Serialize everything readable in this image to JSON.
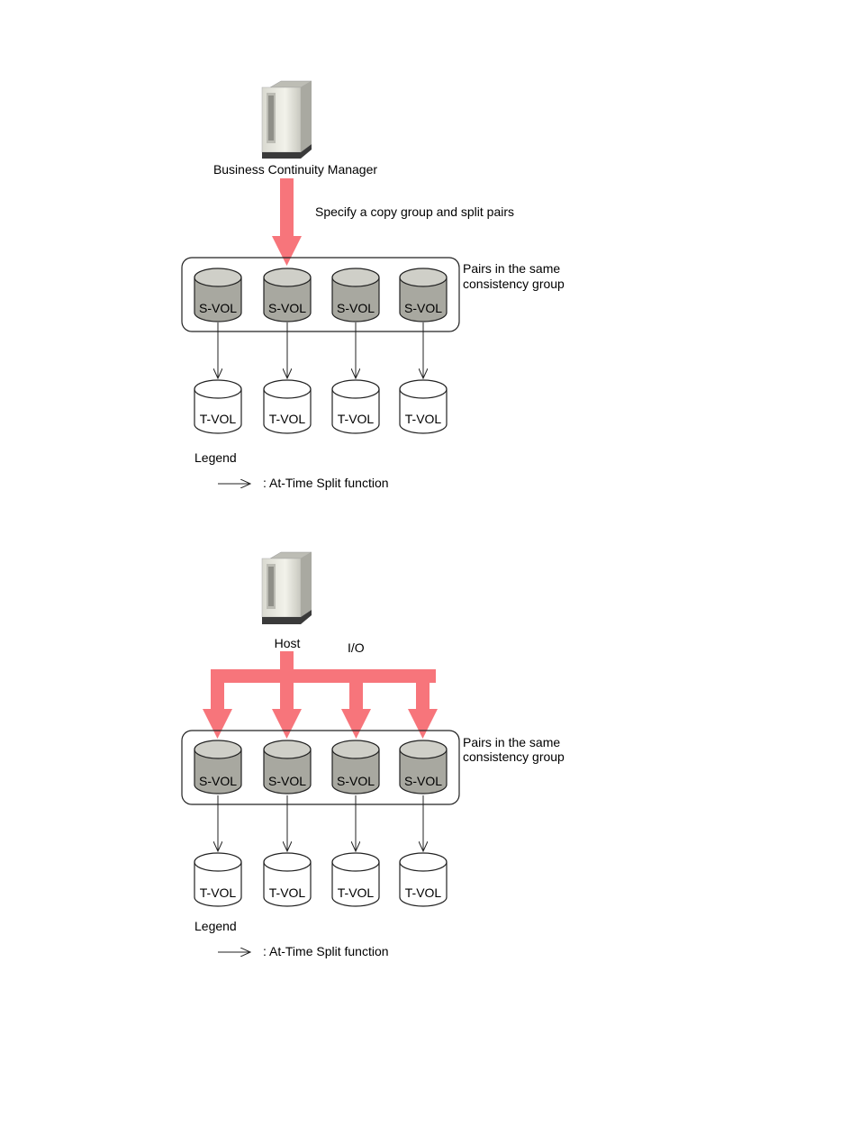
{
  "colors": {
    "flow_arrow": "#f7757b",
    "svol_fill": "#a8a8a0",
    "svol_top": "#cfcfc8",
    "tvol_fill": "#ffffff",
    "outline": "#222222",
    "server_light": "#e8e8e0",
    "server_dark": "#3a3a3a"
  },
  "diagrams": [
    {
      "source_label": "Business Continuity Manager",
      "source_icon": "server-icon",
      "flow_label": "Specify a copy group and split pairs",
      "group_label_line1": "Pairs in the same",
      "group_label_line2": "consistency group",
      "svols": [
        "S-VOL",
        "S-VOL",
        "S-VOL",
        "S-VOL"
      ],
      "tvols": [
        "T-VOL",
        "T-VOL",
        "T-VOL",
        "T-VOL"
      ],
      "legend_title": "Legend",
      "legend_item": ": At-Time Split function"
    },
    {
      "source_label": "Host",
      "source_icon": "server-icon",
      "flow_label": "I/O",
      "group_label_line1": "Pairs in the same",
      "group_label_line2": "consistency group",
      "svols": [
        "S-VOL",
        "S-VOL",
        "S-VOL",
        "S-VOL"
      ],
      "tvols": [
        "T-VOL",
        "T-VOL",
        "T-VOL",
        "T-VOL"
      ],
      "legend_title": "Legend",
      "legend_item": ": At-Time Split function"
    }
  ]
}
